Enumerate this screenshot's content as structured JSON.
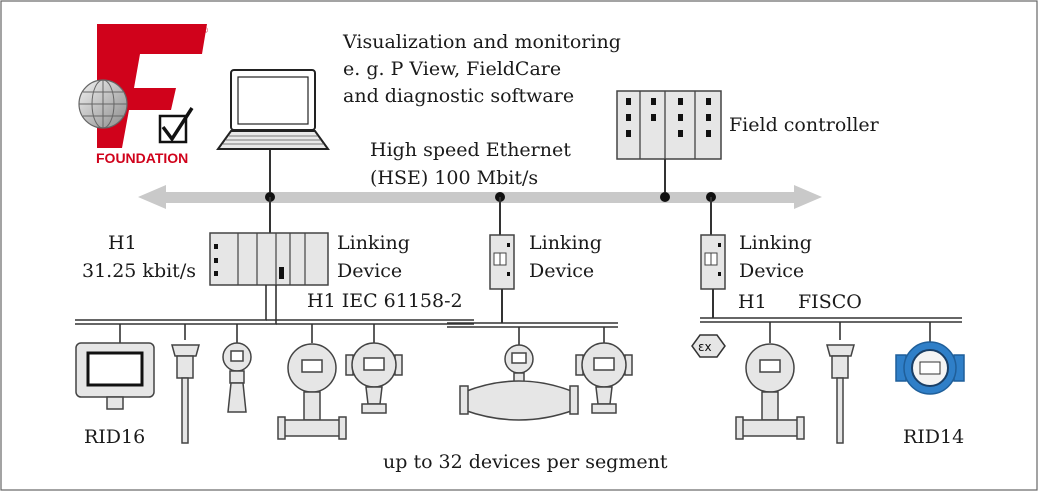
{
  "logo": {
    "text": "FOUNDATION",
    "mark": "®"
  },
  "labels": {
    "vis_line1": "Visualization and monitoring",
    "vis_line2": "e. g. P View, FieldCare",
    "vis_line3": "and diagnostic software",
    "field_controller": "Field controller",
    "hse_line1": "High speed Ethernet",
    "hse_line2": "(HSE) 100 Mbit/s",
    "h1_left_line1": "H1",
    "h1_left_line2": "31.25 kbit/s",
    "linking1_line1": "Linking",
    "linking1_line2": "Device",
    "linking2_line1": "Linking",
    "linking2_line2": "Device",
    "linking3_line1": "Linking",
    "linking3_line2": "Device",
    "h1_iec": "H1 IEC 61158-2",
    "h1_right": "H1",
    "fisco": "FISCO",
    "rid16": "RID16",
    "rid14": "RID14",
    "segment_note": "up to 32 devices per segment",
    "ex_symbol": "εx"
  },
  "colors": {
    "ethernet_arrow": "#c9c9c9",
    "device_fill": "#e6e6e6",
    "logo_red": "#d0021b",
    "rid14_blue": "#2f7fc8",
    "line": "#333333"
  }
}
